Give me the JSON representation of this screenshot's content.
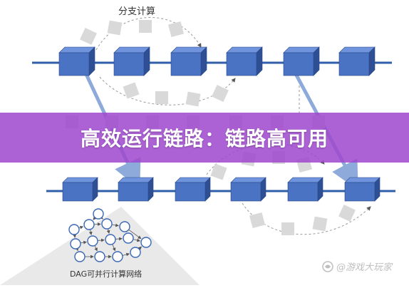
{
  "diagram": {
    "top_label": "分支计算",
    "banner_title": "高效运行链路：链路高可用",
    "dag_label": "DAG可并行计算网络",
    "watermark": "@游戏大玩家",
    "colors": {
      "block_fill": "#4a73c4",
      "block_top": "#6f93dc",
      "block_side": "#2f4f95",
      "chain_line": "#2f5fa8",
      "arrow": "#8eaadb",
      "dash_block": "#d9d9d9",
      "banner": "#9e48cd"
    },
    "top_chain": {
      "block_count": 6
    },
    "bottom_chain": {
      "block_count": 6
    },
    "dag_nodes": 14
  }
}
